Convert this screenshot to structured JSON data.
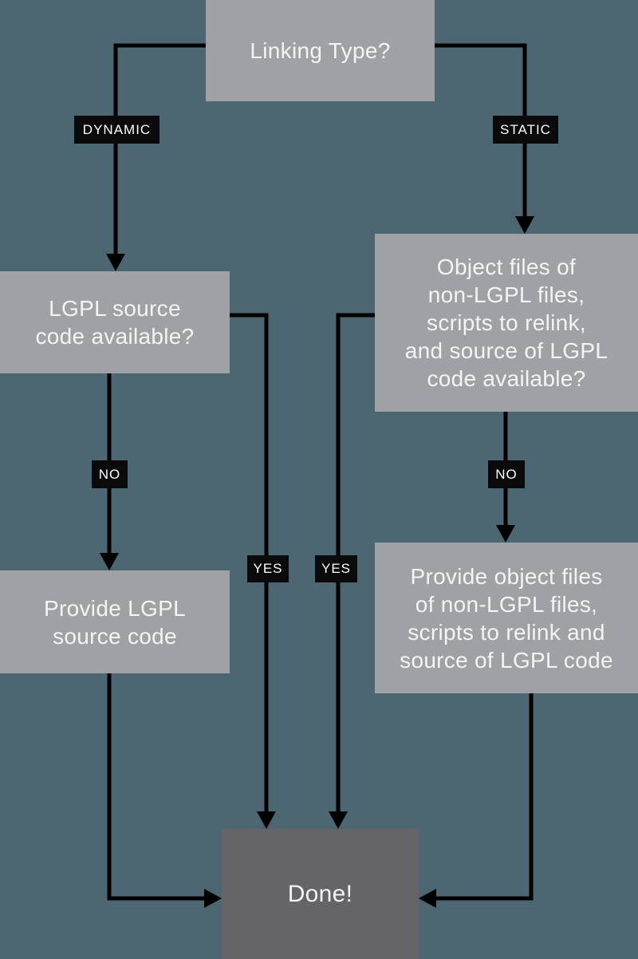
{
  "colors": {
    "background": "#4d6772",
    "node_fill": "#9fa1a5",
    "done_fill": "#656567",
    "label_fill": "#0a0a0a",
    "text": "#f3f4f4",
    "line": "#000000"
  },
  "nodes": {
    "linking_type": {
      "label": "Linking Type?"
    },
    "lgpl_source": {
      "label": "LGPL source\ncode available?"
    },
    "object_files": {
      "label": "Object files of\nnon-LGPL files,\nscripts to relink,\nand source of LGPL\ncode available?"
    },
    "provide_lgpl": {
      "label": "Provide LGPL\nsource code"
    },
    "provide_object": {
      "label": "Provide object files\nof non-LGPL files,\nscripts to relink and\nsource of LGPL code"
    },
    "done": {
      "label": "Done!"
    }
  },
  "edge_labels": {
    "dynamic": "DYNAMIC",
    "static": "STATIC",
    "no_left": "NO",
    "no_right": "NO",
    "yes_left": "YES",
    "yes_right": "YES"
  }
}
